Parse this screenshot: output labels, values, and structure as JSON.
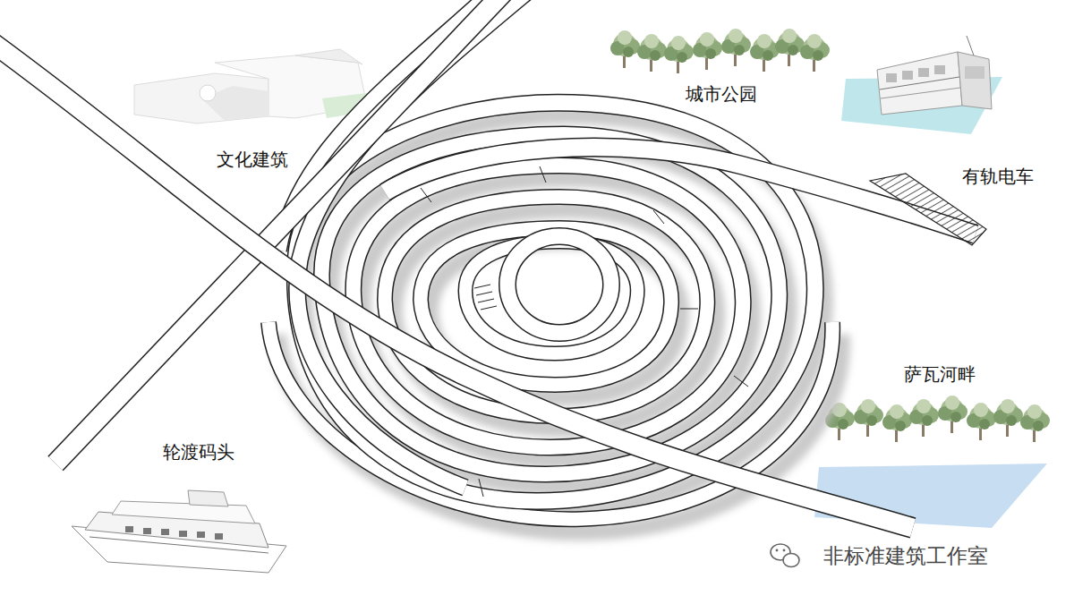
{
  "diagram": {
    "labels": [
      "文化建筑",
      "城市公园",
      "有轨电车",
      "萨瓦河畔",
      "轮渡码头",
      "非标准建筑工作室"
    ]
  }
}
